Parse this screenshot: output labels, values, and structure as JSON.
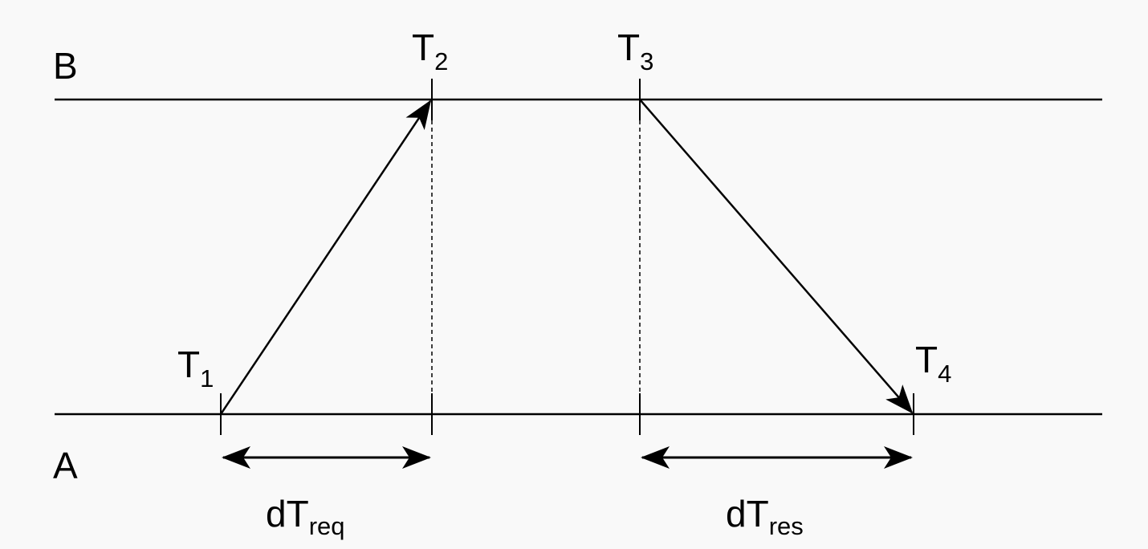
{
  "lines": {
    "top": "B",
    "bottom": "A"
  },
  "events": {
    "t1": {
      "base": "T",
      "sub": "1"
    },
    "t2": {
      "base": "T",
      "sub": "2"
    },
    "t3": {
      "base": "T",
      "sub": "3"
    },
    "t4": {
      "base": "T",
      "sub": "4"
    }
  },
  "intervals": {
    "req": {
      "base": "dT",
      "sub": "req"
    },
    "res": {
      "base": "dT",
      "sub": "res"
    }
  },
  "colors": {
    "background": "#f9f9f9",
    "ink": "#000000"
  }
}
